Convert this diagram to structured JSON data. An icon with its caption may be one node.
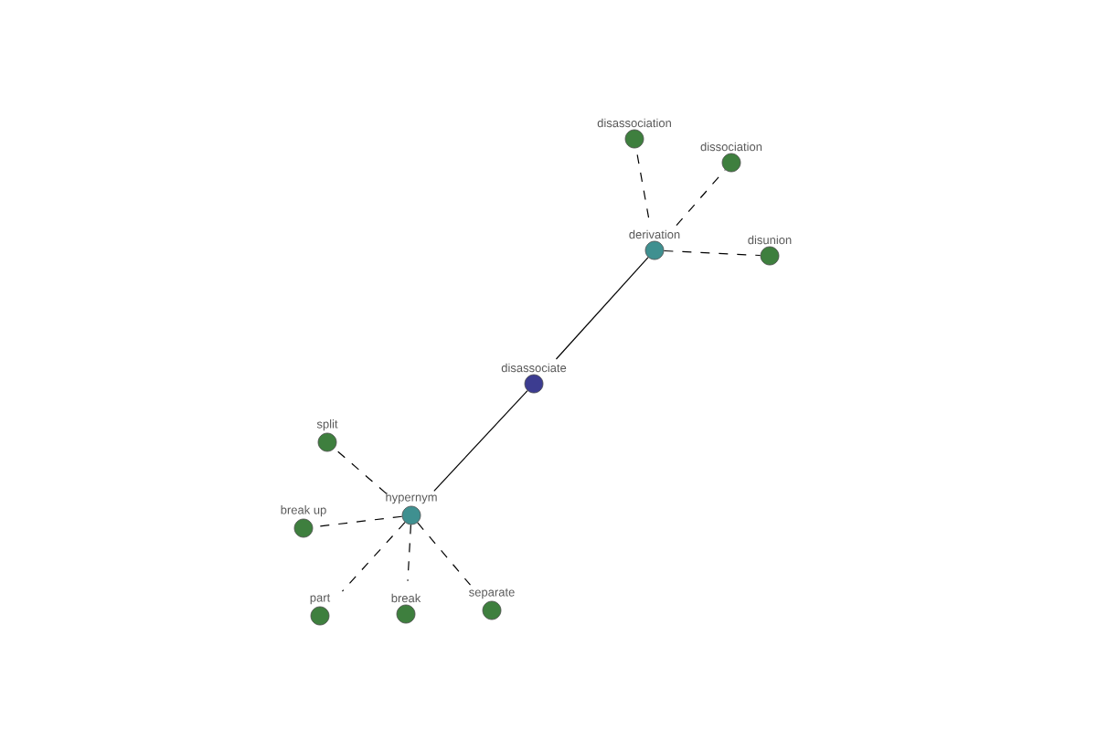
{
  "diagram": {
    "nodes": [
      {
        "text": [
          "disassociate"
        ]
      },
      {
        "text": [
          "derivation"
        ]
      },
      {
        "text": [
          "hypernym"
        ]
      },
      {
        "text": [
          "disassociation"
        ]
      },
      {
        "text": [
          "dissociation"
        ]
      },
      {
        "text": [
          "disunion"
        ]
      },
      {
        "text": [
          "split"
        ]
      },
      {
        "text": [
          "break up"
        ]
      },
      {
        "text": [
          "part"
        ]
      },
      {
        "text": [
          "break"
        ]
      },
      {
        "text": [
          "separate"
        ]
      }
    ],
    "edges": [
      {
        "from": 0,
        "to": 1,
        "arrow": "none"
      },
      {
        "from": 0,
        "to": 2,
        "arrow": "none"
      },
      {
        "from": 1,
        "to": 3,
        "arrow": "none",
        "style": "dashed"
      },
      {
        "from": 1,
        "to": 4,
        "arrow": "none",
        "style": "dashed"
      },
      {
        "from": 1,
        "to": 5,
        "arrow": "none",
        "style": "dashed"
      },
      {
        "from": 2,
        "to": 6,
        "arrow": "none",
        "style": "dashed"
      },
      {
        "from": 2,
        "to": 7,
        "arrow": "none",
        "style": "dashed"
      },
      {
        "from": 2,
        "to": 8,
        "arrow": "none",
        "style": "dashed"
      },
      {
        "from": 2,
        "to": 9,
        "arrow": "none",
        "style": "dashed"
      },
      {
        "from": 2,
        "to": 10,
        "arrow": "none",
        "style": "dashed"
      }
    ]
  }
}
